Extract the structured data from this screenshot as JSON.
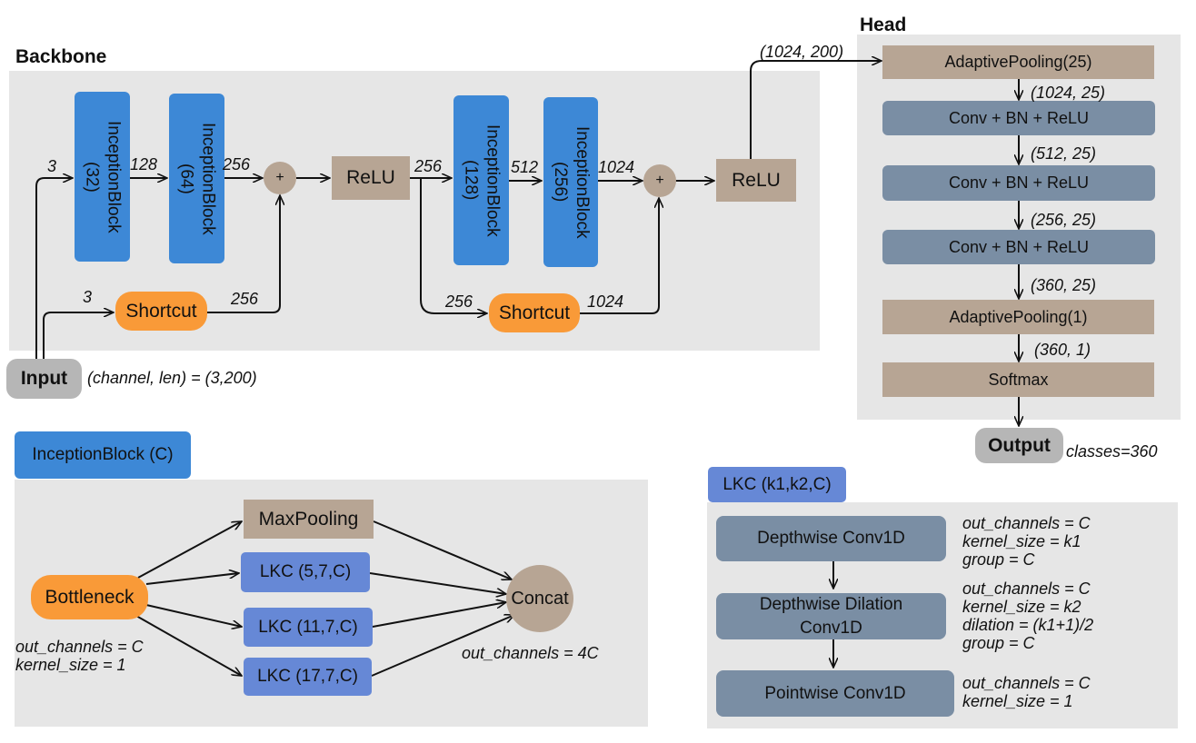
{
  "backbone": {
    "title": "Backbone",
    "inception1": "InceptionBlock\n(32)",
    "inception2": "InceptionBlock\n(64)",
    "inception3": "InceptionBlock\n(128)",
    "inception4": "InceptionBlock\n(256)",
    "plus_symbol": "+",
    "relu": "ReLU",
    "shortcut": "Shortcut",
    "lbl_3_top": "3",
    "lbl_128": "128",
    "lbl_256_a": "256",
    "lbl_3_bottom": "3",
    "lbl_256_short1": "256",
    "lbl_256_b": "256",
    "lbl_512": "512",
    "lbl_1024_a": "1024",
    "lbl_256_short2": "256",
    "lbl_1024_short2": "1024",
    "lbl_1024_200": "(1024, 200)"
  },
  "input": {
    "label": "Input",
    "desc": "(channel, len) = (3,200)"
  },
  "head": {
    "title": "Head",
    "pool25": "AdaptivePooling(25)",
    "conv1": "Conv + BN + ReLU",
    "conv2": "Conv + BN + ReLU",
    "conv3": "Conv + BN + ReLU",
    "pool1": "AdaptivePooling(1)",
    "softmax": "Softmax",
    "d1": "(1024, 25)",
    "d2": "(512, 25)",
    "d3": "(256, 25)",
    "d4": "(360, 25)",
    "d5": "(360, 1)"
  },
  "output": {
    "label": "Output",
    "desc": "classes=360"
  },
  "inception_detail": {
    "title": "InceptionBlock (C)",
    "bottleneck": "Bottleneck",
    "maxpool": "MaxPooling",
    "lkc1": "LKC (5,7,C)",
    "lkc2": "LKC (11,7,C)",
    "lkc3": "LKC (17,7,C)",
    "concat": "Concat",
    "bottleneck_params": "out_channels = C\nkernel_size = 1",
    "concat_params": "out_channels = 4C"
  },
  "lkc_detail": {
    "title": "LKC (k1,k2,C)",
    "dw": "Depthwise Conv1D",
    "dwd": "Depthwise Dilation\nConv1D",
    "pw": "Pointwise Conv1D",
    "dw_params": "out_channels = C\nkernel_size = k1\ngroup = C",
    "dwd_params": "out_channels = C\nkernel_size = k2\ndilation = (k1+1)/2\ngroup = C",
    "pw_params": "out_channels = C\nkernel_size = 1"
  },
  "colors": {
    "panel": "#e6e6e6",
    "inception_blue": "#3d88d6",
    "relu_tan": "#b7a594",
    "conv_slate": "#7a8ea4",
    "shortcut_orange": "#f99a38",
    "lkc_blue": "#6688d6",
    "io_gray": "#b6b6b6"
  }
}
